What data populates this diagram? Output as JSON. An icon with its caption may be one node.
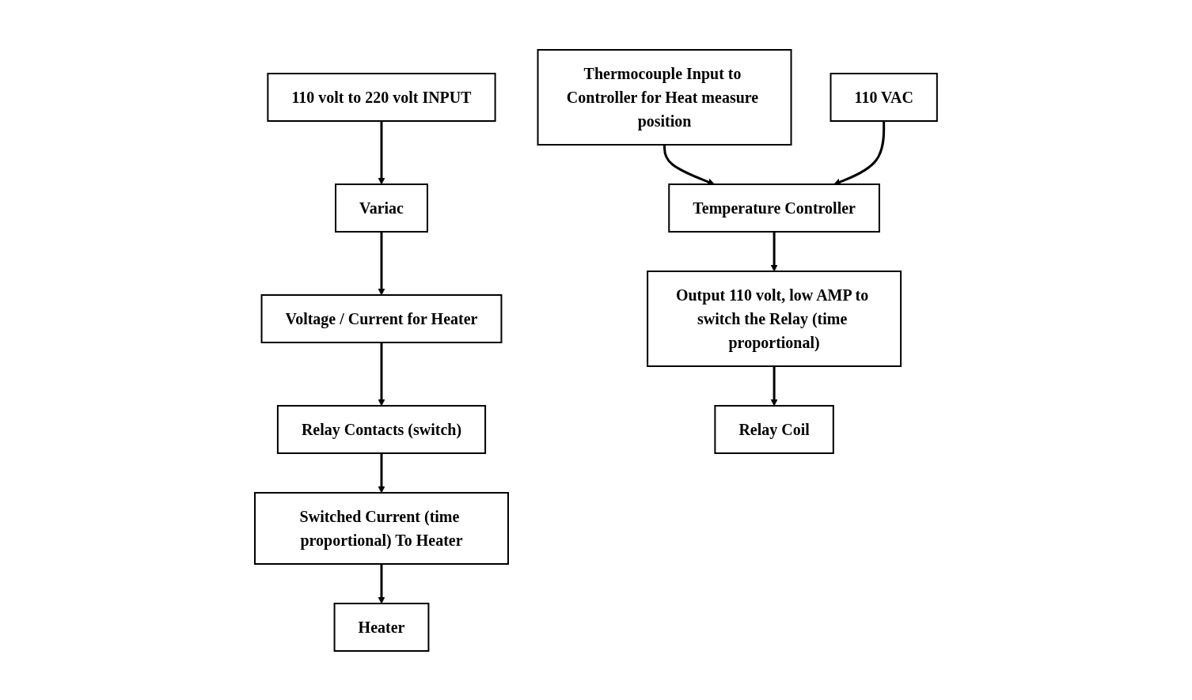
{
  "diagram": {
    "nodes": [
      {
        "text": [
          "Voltage / Current for Heater"
        ]
      },
      {
        "text": [
          "Variac"
        ]
      },
      {
        "text": [
          "110 volt to 220 volt INPUT"
        ]
      },
      {
        "text": [
          "Relay Contacts (switch)"
        ]
      },
      {
        "text": [
          "Switched Current (time proportional) To Heater"
        ]
      },
      {
        "text": [
          "Heater"
        ]
      },
      {
        "text": [
          "Relay Coil"
        ]
      },
      {
        "text": [
          "Output 110 volt, low AMP to switch the Relay (time proportional)"
        ]
      },
      {
        "text": [
          "Temperature Controller"
        ]
      },
      {
        "text": [
          "110 VAC"
        ]
      },
      {
        "text": [
          "Thermocouple Input to Controller for Heat measure position"
        ]
      }
    ],
    "edges": [
      {
        "from": 2,
        "to": 1,
        "arrow": "to"
      },
      {
        "from": 1,
        "to": 0,
        "arrow": "to"
      },
      {
        "from": 0,
        "to": 3,
        "arrow": "to"
      },
      {
        "from": 3,
        "to": 4,
        "arrow": "to"
      },
      {
        "from": 4,
        "to": 5,
        "arrow": "to"
      },
      {
        "from": 10,
        "to": 8,
        "arrow": "to"
      },
      {
        "from": 9,
        "to": 8,
        "arrow": "to"
      },
      {
        "from": 8,
        "to": 7,
        "arrow": "to"
      },
      {
        "from": 7,
        "to": 6,
        "arrow": "to"
      }
    ]
  }
}
